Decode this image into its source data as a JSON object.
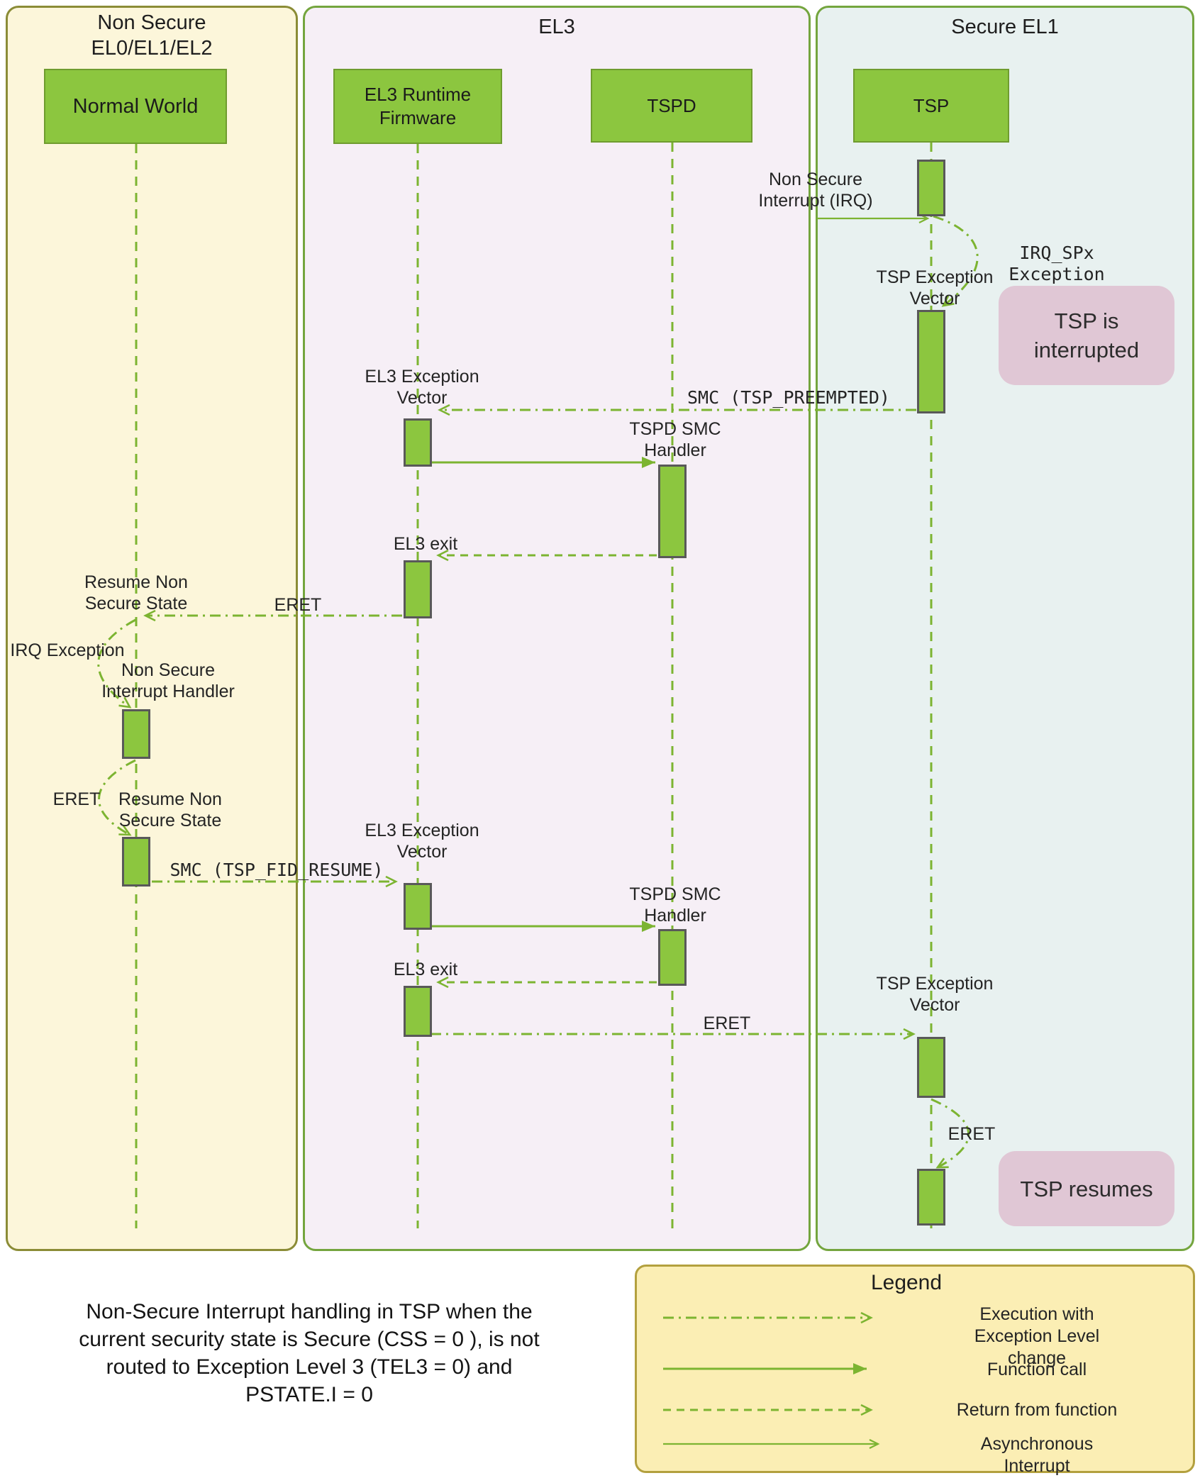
{
  "lanes": {
    "non_secure": {
      "title": "Non Secure\nEL0/EL1/EL2"
    },
    "el3": {
      "title": "EL3"
    },
    "secure_el1": {
      "title": "Secure EL1"
    }
  },
  "actors": {
    "normal_world": "Normal World",
    "el3_runtime_firmware": "EL3 Runtime\nFirmware",
    "tspd": "TSPD",
    "tsp": "TSP"
  },
  "messages": {
    "non_secure_interrupt": "Non Secure\nInterrupt (IRQ)",
    "irq_spx_exception": "IRQ_SPx Exception",
    "tsp_exception_vector_1": "TSP Exception\nVector",
    "smc_tsp_preempted": "SMC (TSP_PREEMPTED)",
    "el3_exception_vector_1": "EL3 Exception\nVector",
    "tspd_smc_handler_1": "TSPD SMC\nHandler",
    "el3_exit_1": "EL3 exit",
    "eret_1": "ERET",
    "resume_non_secure_state_1": "Resume Non\nSecure State",
    "irq_exception": "IRQ Exception",
    "non_secure_interrupt_handler": "Non Secure\nInterrupt Handler",
    "eret_2": "ERET",
    "resume_non_secure_state_2": "Resume Non\nSecure State",
    "smc_tsp_fid_resume": "SMC (TSP_FID_RESUME)",
    "el3_exception_vector_2": "EL3 Exception\nVector",
    "tspd_smc_handler_2": "TSPD SMC\nHandler",
    "el3_exit_2": "EL3 exit",
    "eret_3": "ERET",
    "tsp_exception_vector_2": "TSP Exception\nVector",
    "eret_4": "ERET"
  },
  "notes": {
    "tsp_interrupted": "TSP is\ninterrupted",
    "tsp_resumes": "TSP resumes"
  },
  "caption": "Non-Secure Interrupt handling in TSP when the\ncurrent security state is Secure (CSS = 0 ), is not\nrouted to Exception Level 3 (TEL3 = 0) and\nPSTATE.I = 0",
  "legend": {
    "title": "Legend",
    "items": [
      {
        "label": "Execution with Exception Level\nchange"
      },
      {
        "label": "Function call"
      },
      {
        "label": "Return from function"
      },
      {
        "label": "Asynchronous Interrupt"
      }
    ]
  },
  "colors": {
    "green_fill": "#8cc63f",
    "green_line": "#7cb431",
    "lane_non_secure_bg": "#fcf6da",
    "lane_el3_bg": "#f6eff6",
    "lane_secure_bg": "#e8f1f0",
    "note_bg": "#e0c7d5",
    "legend_bg": "#fbeeb4"
  }
}
